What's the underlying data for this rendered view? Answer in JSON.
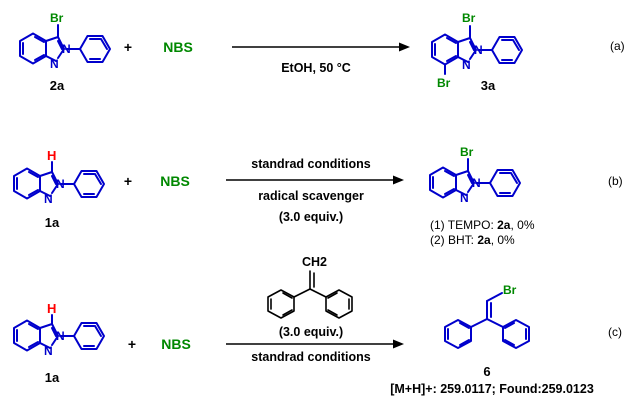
{
  "reactions": [
    {
      "tag": "(a)",
      "reactant": "2a",
      "reagent": "NBS",
      "conditions_top": "",
      "conditions_bottom": "EtOH, 50 °C",
      "product": "3a"
    },
    {
      "tag": "(b)",
      "reactant": "1a",
      "reagent": "NBS",
      "conditions_top": "standrad conditions",
      "conditions_bottom": "radical scavenger",
      "conditions_extra": "(3.0 equiv.)",
      "notes": [
        {
          "prefix": "(1) TEMPO: ",
          "compound": "2a",
          "suffix": ", 0%"
        },
        {
          "prefix": "(2) BHT: ",
          "compound": "2a",
          "suffix": ", 0%"
        }
      ]
    },
    {
      "tag": "(c)",
      "reactant": "1a",
      "reagent": "NBS",
      "additive_equiv": "(3.0 equiv.)",
      "conditions_bottom": "standrad conditions",
      "product": "6",
      "ms": "[M+H]+: 259.0117; Found:259.0123"
    }
  ],
  "atoms": {
    "N": "N",
    "Br": "Br",
    "H": "H",
    "CH2": "CH2"
  },
  "symbols": {
    "plus": "+"
  }
}
